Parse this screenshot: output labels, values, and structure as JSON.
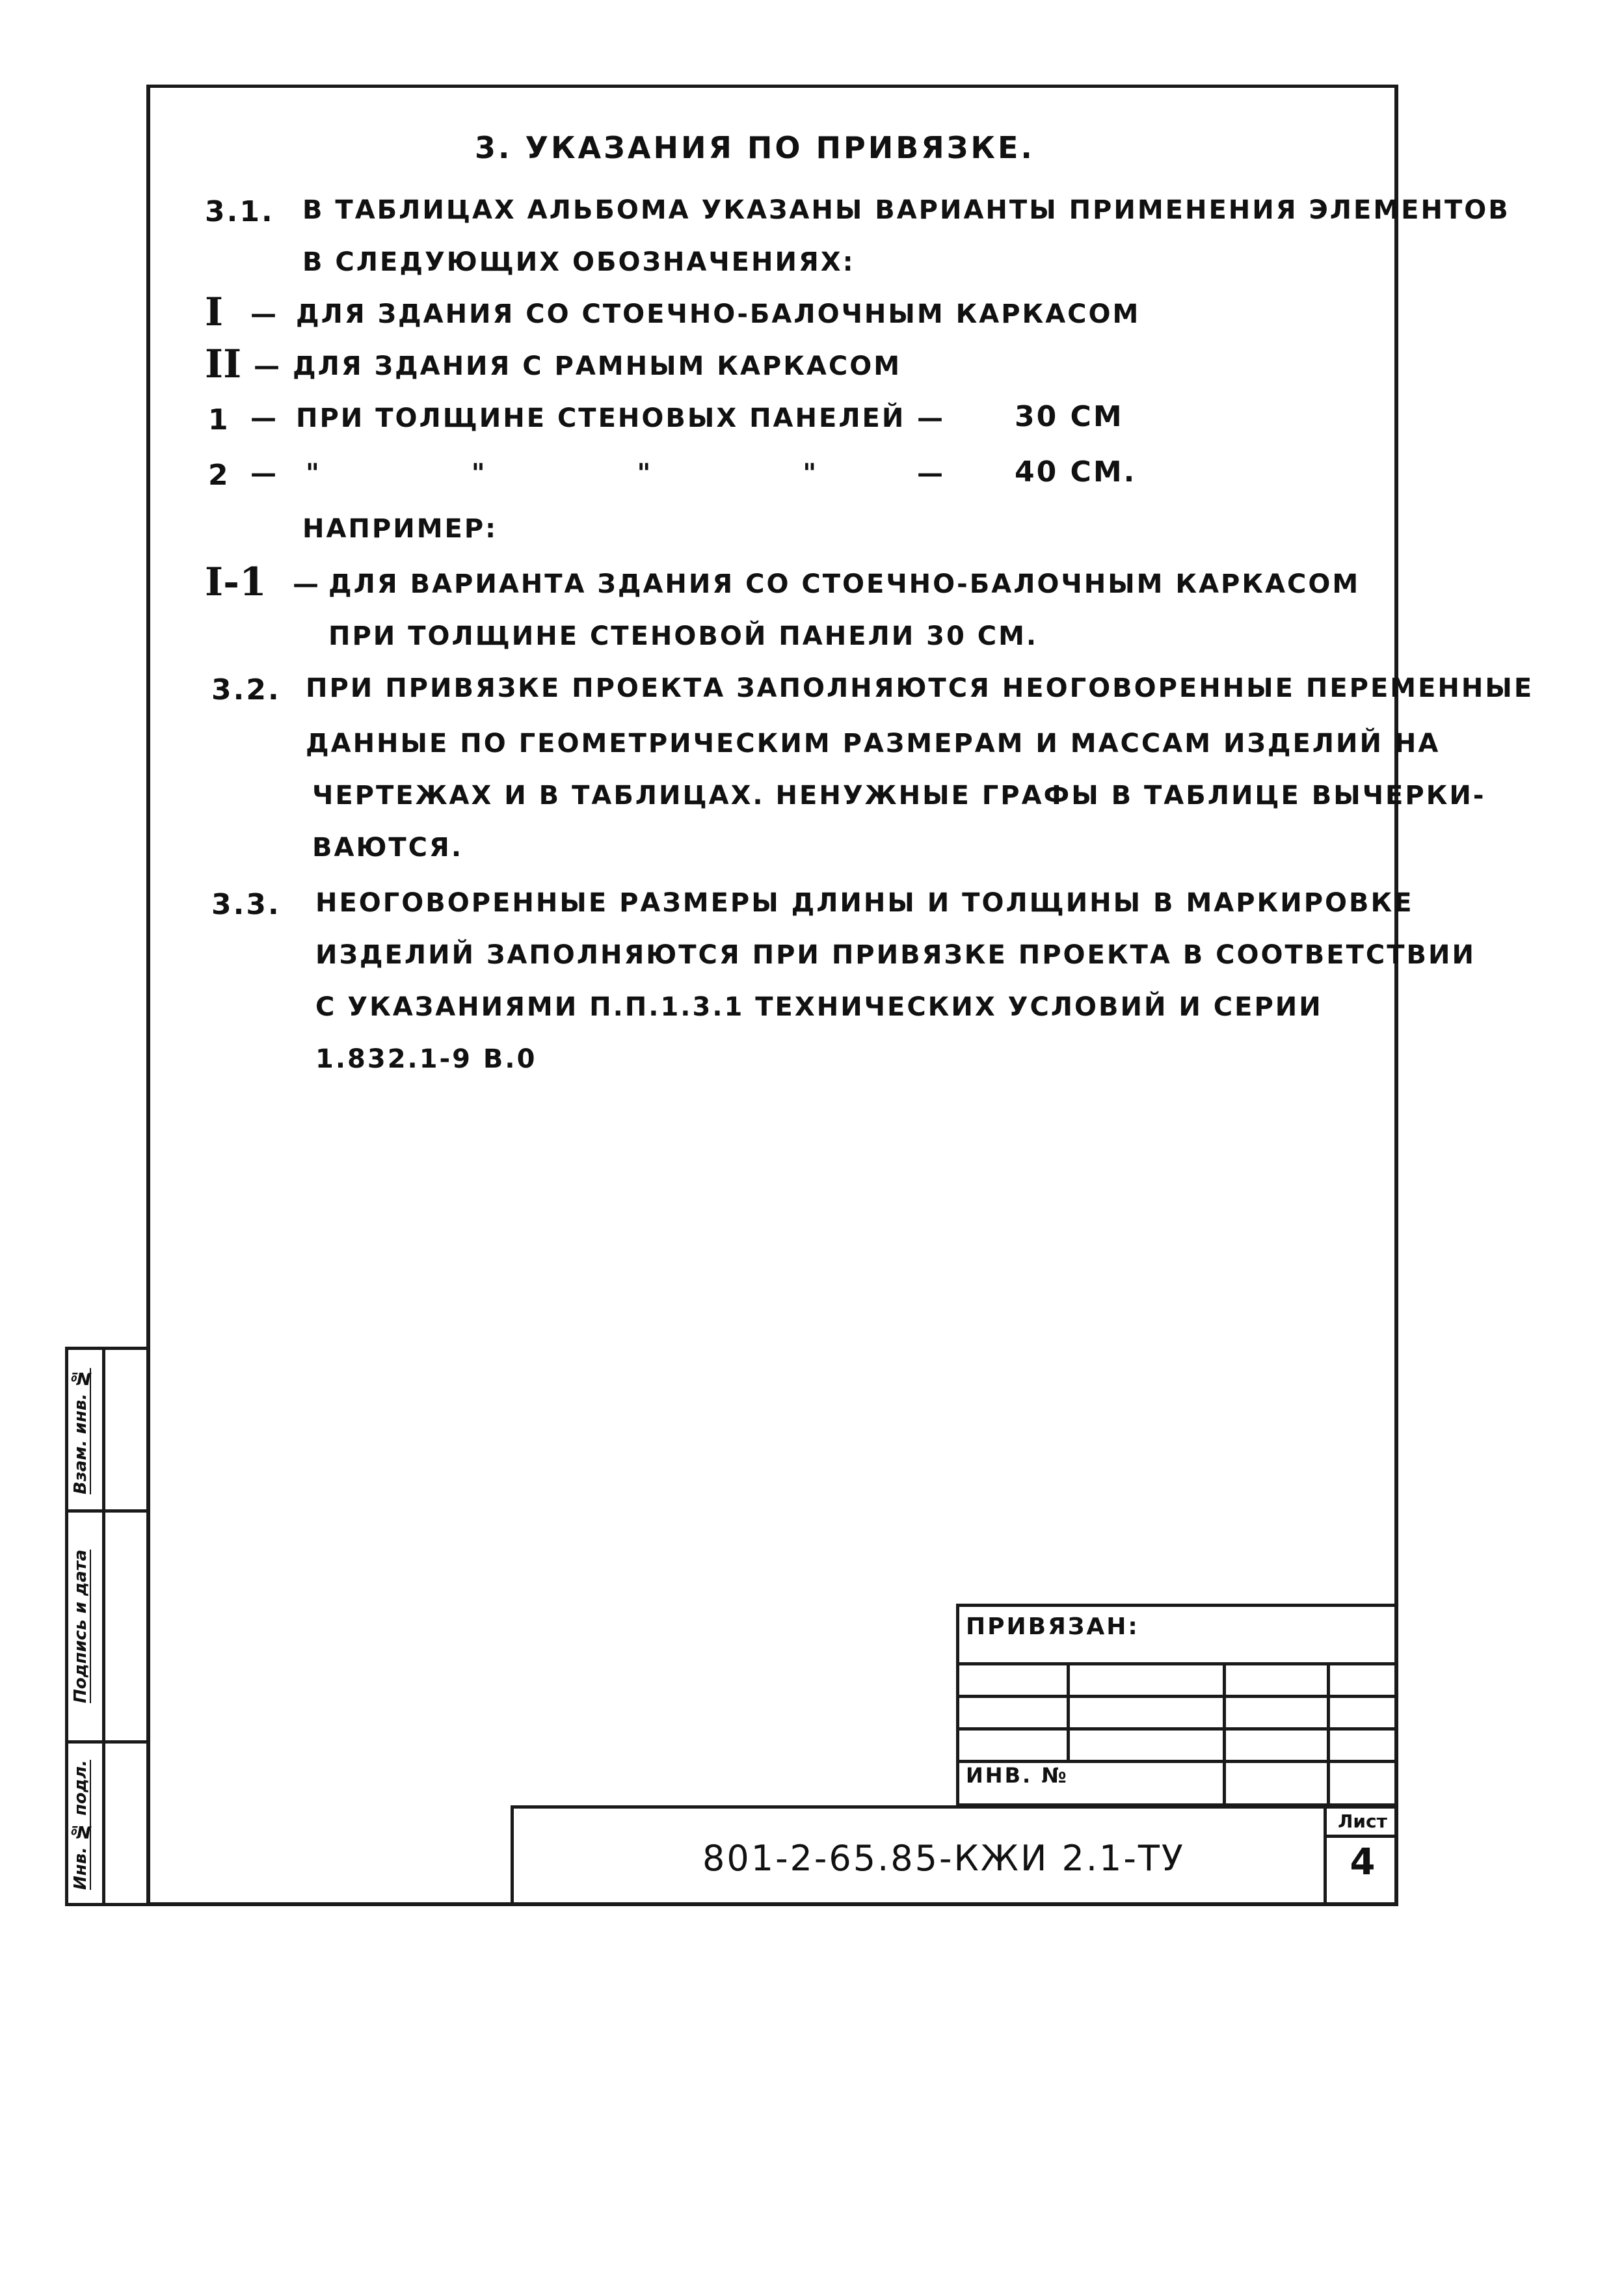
{
  "section": {
    "title": "3. Указания по привязке."
  },
  "item_3_1": {
    "number": "3.1.",
    "line1": "В таблицах альбома указаны варианты применения элементов",
    "line2": "в следующих обозначениях:"
  },
  "legend": [
    {
      "key": "I",
      "dash": "—",
      "text": "для здания со стоечно-балочным каркасом"
    },
    {
      "key": "II",
      "dash": "—",
      "text": "для здания с рамным каркасом"
    },
    {
      "key": "1",
      "dash": "—",
      "text": "при толщине стеновых панелей",
      "sep": "—",
      "value": "30 см"
    },
    {
      "key": "2",
      "dash": "—",
      "text": "\"       \"       \"       \"",
      "sep": "—",
      "value": "40 см."
    }
  ],
  "example": {
    "label": "Например:",
    "key": "I-1",
    "dash": "—",
    "line1": "для варианта здания со стоечно-балочным каркасом",
    "line2": "при толщине стеновой панели 30 см."
  },
  "item_3_2": {
    "number": "3.2.",
    "line1": "При привязке проекта заполняются неоговоренные переменные",
    "line2": "данные по геометрическим размерам и массам изделий на",
    "line3": "чертежах и в таблицах. Ненужные графы в таблице вычерки-",
    "line4": "ваются."
  },
  "item_3_3": {
    "number": "3.3.",
    "line1": "Неоговоренные размеры длины и толщины в маркировке",
    "line2": "изделий заполняются при привязке проекта в соответствии",
    "line3": "с указаниями п.п.1.3.1 технических условий и серии",
    "line4": "1.832.1-9 в.0"
  },
  "side_strip": {
    "label_1": "Взам. инв. №",
    "label_2": "Подпись и дата",
    "label_3": "Инв. № подл."
  },
  "stamp": {
    "attached_label": "Привязан:",
    "inv_label": "Инв. №",
    "designation": "801-2-65.85-КЖИ 2.1-ТУ",
    "sheet_label": "Лист",
    "sheet_number": "4"
  }
}
